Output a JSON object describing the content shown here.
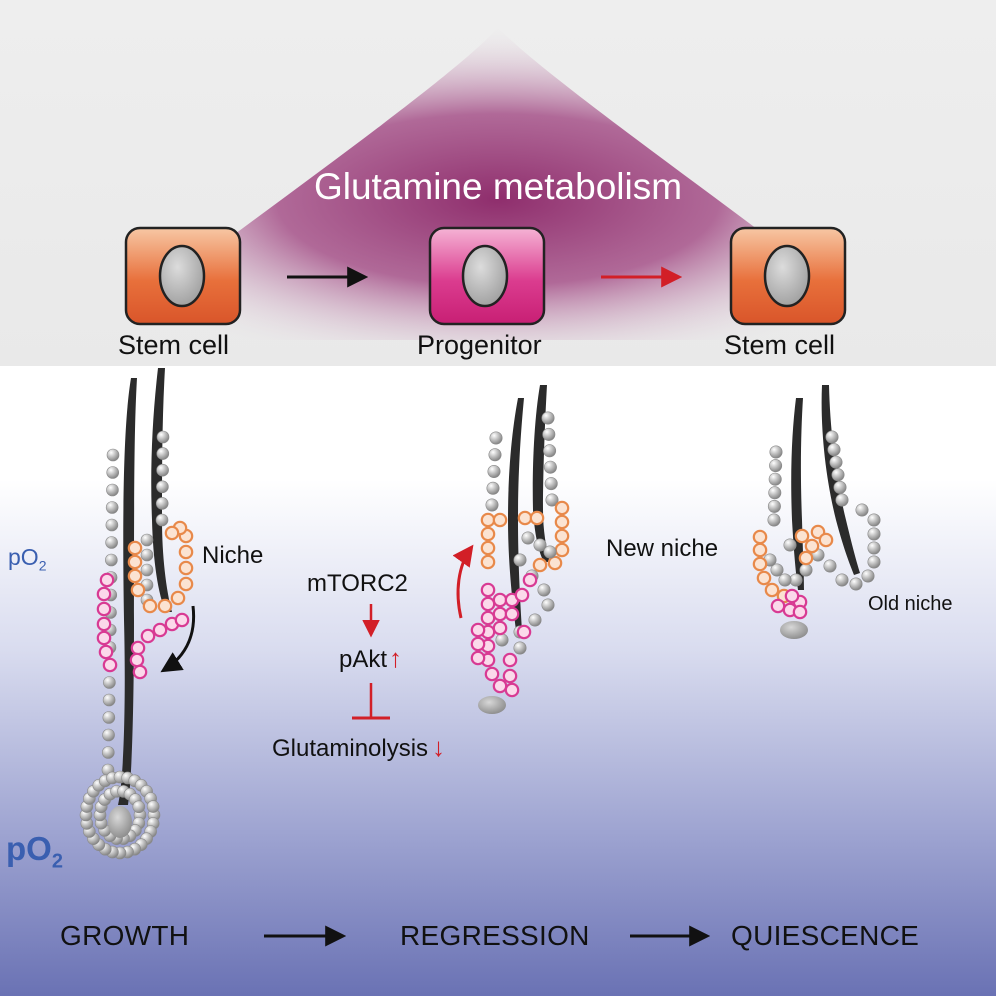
{
  "title": "Glutamine metabolism",
  "cells": [
    {
      "label": "Stem cell",
      "type": "stem"
    },
    {
      "label": "Progenitor",
      "type": "progenitor"
    },
    {
      "label": "Stem cell",
      "type": "stem"
    }
  ],
  "labels": {
    "niche": "Niche",
    "new_niche": "New niche",
    "old_niche": "Old niche",
    "po2_low": "pO",
    "po2_low_sub": "2",
    "po2_high": "pO",
    "po2_high_sub": "2"
  },
  "pathway": {
    "mtorc2": "mTORC2",
    "pakt": "pAkt",
    "glutaminolysis": "Glutaminolysis",
    "pakt_trend": "↑",
    "glutaminolysis_trend": "↓"
  },
  "stages": [
    "GROWTH",
    "REGRESSION",
    "QUIESCENCE"
  ],
  "colors": {
    "stem_cell": "#e0612f",
    "progenitor": "#d6287f",
    "cell_gray": "#b8b8b8",
    "niche_orange": "#e8894a",
    "progenitor_pink": "#d83a93",
    "hair": "#2b2b2b",
    "red": "#d21f27",
    "title_glow": "#8e2a6c",
    "bottom_blue": "#6b74b6",
    "po2_blue": "#3a5fb0"
  }
}
